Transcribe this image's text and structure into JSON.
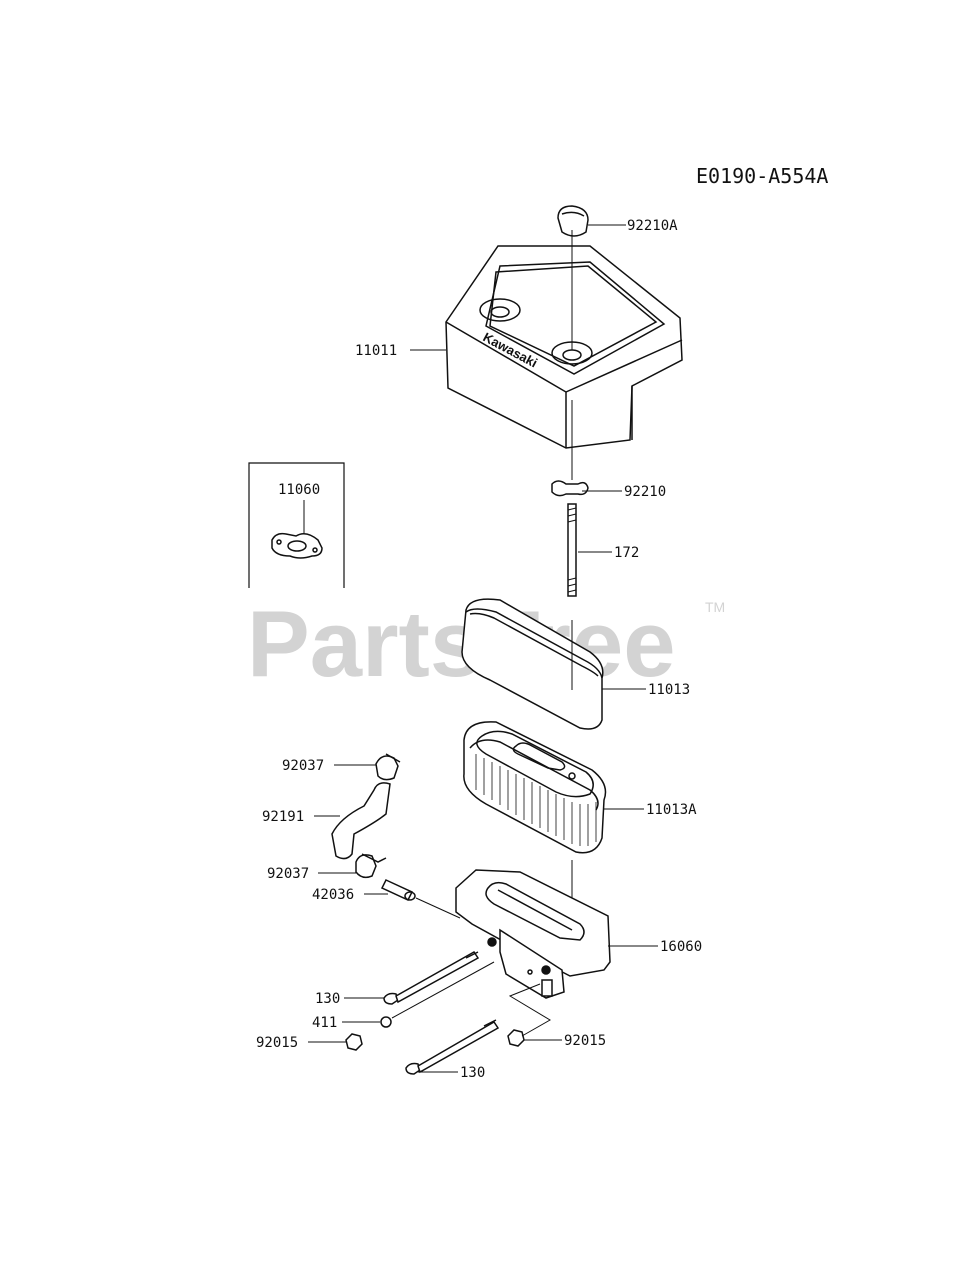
{
  "diagram": {
    "code": "E0190-A554A",
    "watermark": "PartsTree",
    "watermark_mark": "TM",
    "cover_brand": "Kawasaki",
    "colors": {
      "line": "#111111",
      "watermark": "#d3d3d3"
    }
  },
  "callouts": {
    "c92210A": "92210A",
    "c11011": "11011",
    "c11060": "11060",
    "c92210": "92210",
    "c172": "172",
    "c11013": "11013",
    "c92037a": "92037",
    "c92191": "92191",
    "c11013A": "11013A",
    "c92037b": "92037",
    "c42036": "42036",
    "c16060": "16060",
    "c130a": "130",
    "c411": "411",
    "c92015a": "92015",
    "c92015b": "92015",
    "c130b": "130"
  }
}
